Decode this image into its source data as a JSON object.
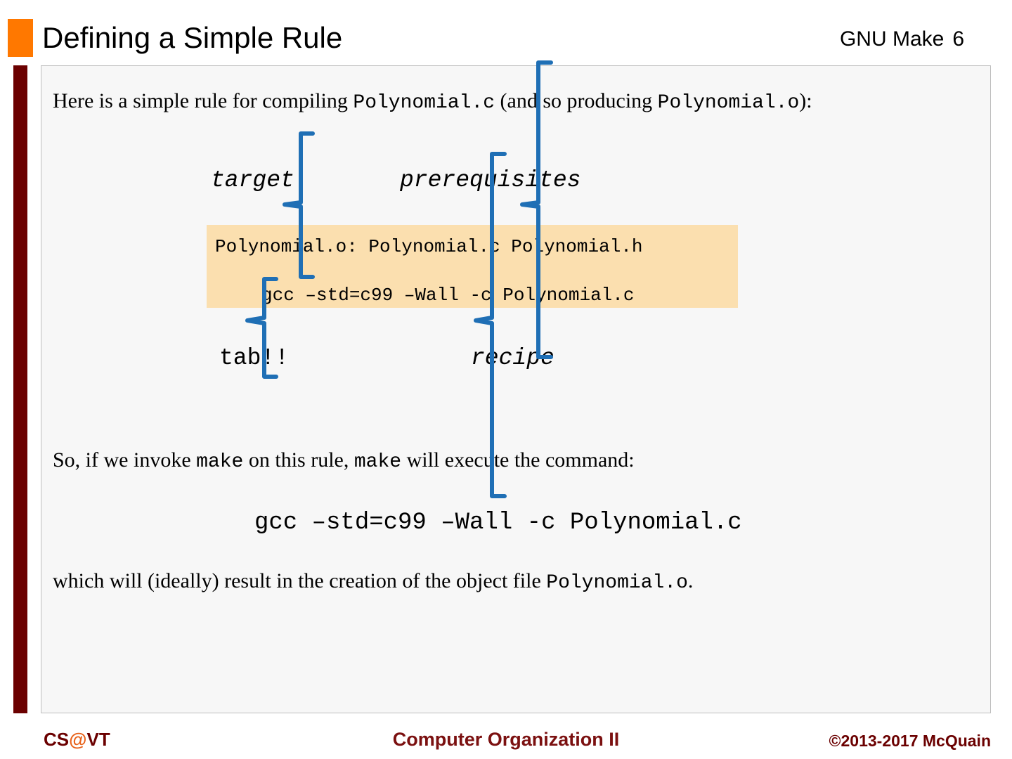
{
  "header": {
    "title": "Defining a Simple Rule",
    "course_tag": "GNU Make",
    "page_number": "6"
  },
  "colors": {
    "accent_orange": "#FF7800",
    "sidebar_maroon": "#6B0000",
    "panel_background": "#F7F7F7",
    "panel_border": "#BDBDBD",
    "code_highlight": "#FBDFAF",
    "connector_blue": "#1F6FB5",
    "footer_maroon": "#7B1010",
    "at_sign_orange": "#E8621A"
  },
  "body": {
    "intro_part1": "Here is a simple rule for compiling ",
    "intro_code1": "Polynomial.c",
    "intro_part2": " (and so producing ",
    "intro_code2": "Polynomial.o",
    "intro_part3": "):",
    "labels": {
      "target": "target",
      "prerequisites": "prerequisites",
      "tab": "tab!!",
      "recipe": "recipe"
    },
    "code_block": {
      "rule_line": "Polynomial.o: Polynomial.c Polynomial.h",
      "recipe_line": "gcc –std=c99 –Wall -c Polynomial.c"
    },
    "so_part1": "So, if we invoke ",
    "so_code1": "make",
    "so_part2": " on this rule, ",
    "so_code2": "make",
    "so_part3": " will execute the command:",
    "command_line": "gcc –std=c99 –Wall -c Polynomial.c",
    "which_part1": "which will (ideally) result in the creation of the object file ",
    "which_code1": "Polynomial.o",
    "which_part2": "."
  },
  "footer": {
    "left_pre": "CS",
    "left_at": "@",
    "left_post": "VT",
    "center": "Computer Organization II",
    "right": "©2013-2017 McQuain"
  }
}
